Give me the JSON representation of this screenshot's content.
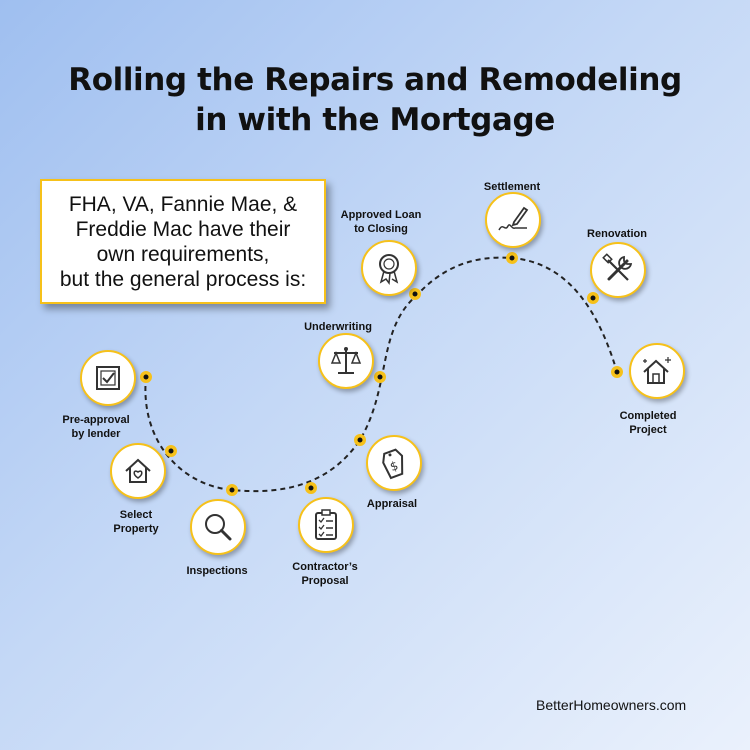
{
  "title": {
    "line1": "Rolling the Repairs and Remodeling",
    "line2": "in with the Mortgage"
  },
  "callout": {
    "line1": "FHA, VA, Fannie Mae, &",
    "line2": "Freddie Mac have their",
    "line3": "own requirements,",
    "line4": "but the general process is:"
  },
  "steps": [
    {
      "line1": "Pre-approval",
      "line2": "by lender",
      "icon": "checkbox-icon"
    },
    {
      "line1": "Select",
      "line2": "Property",
      "icon": "house-heart-icon"
    },
    {
      "line1": "Inspections",
      "line2": "",
      "icon": "magnifier-icon"
    },
    {
      "line1": "Contractor’s",
      "line2": "Proposal",
      "icon": "clipboard-checklist-icon"
    },
    {
      "line1": "Appraisal",
      "line2": "",
      "icon": "price-tag-icon"
    },
    {
      "line1": "Underwriting",
      "line2": "",
      "icon": "scales-icon"
    },
    {
      "line1": "Approved Loan",
      "line2": "to Closing",
      "icon": "award-ribbon-icon"
    },
    {
      "line1": "Settlement",
      "line2": "",
      "icon": "signature-pen-icon"
    },
    {
      "line1": "Renovation",
      "line2": "",
      "icon": "tools-icon"
    },
    {
      "line1": "Completed",
      "line2": "Project",
      "icon": "sparkling-house-icon"
    }
  ],
  "footer": "BetterHomeowners.com",
  "colors": {
    "accent": "#f6c11a",
    "path": "#222222",
    "background_top": "#9fbff0",
    "background_bottom": "#eaf1fc"
  }
}
